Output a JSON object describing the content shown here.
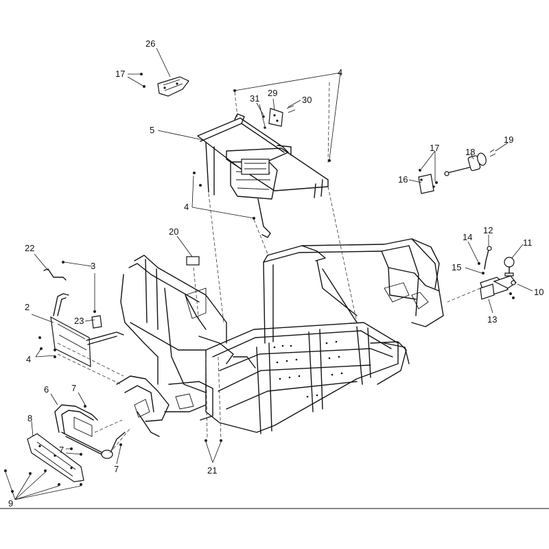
{
  "diagram": {
    "callouts": {
      "c2": "2",
      "c3": "3",
      "c4a": "4",
      "c4b": "4",
      "c4c": "4",
      "c5": "5",
      "c6": "6",
      "c7a": "7",
      "c7b": "7",
      "c7c": "7",
      "c8": "8",
      "c9": "9",
      "c10": "10",
      "c11": "11",
      "c12": "12",
      "c13": "13",
      "c14": "14",
      "c15": "15",
      "c16": "16",
      "c17a": "17",
      "c17b": "17",
      "c18": "18",
      "c19": "19",
      "c20": "20",
      "c21": "21",
      "c22": "22",
      "c23": "23",
      "c26": "26",
      "c29": "29",
      "c30": "30",
      "c31": "31"
    }
  }
}
